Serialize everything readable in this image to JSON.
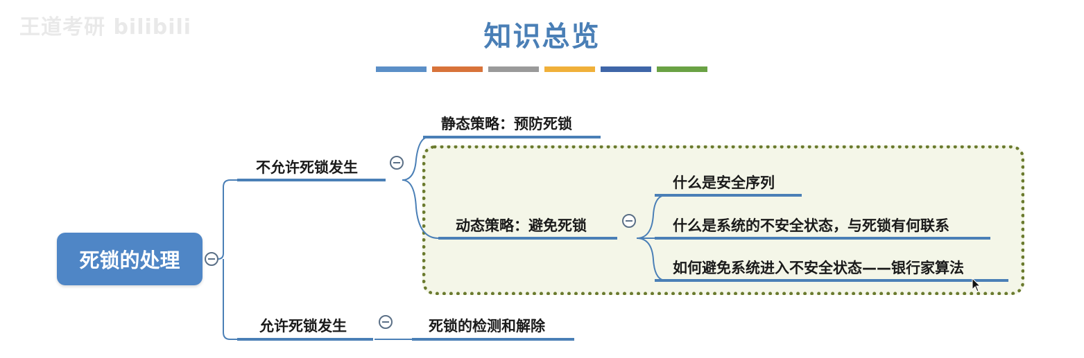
{
  "watermark": "王道考研 bilibili",
  "title": "知识总览",
  "palette": [
    "#5b8fc7",
    "#d8733a",
    "#9a9a9a",
    "#f0b03a",
    "#3f66a8",
    "#6aa244"
  ],
  "root": {
    "label": "死锁的处理",
    "color": "#4f86c6"
  },
  "branch1": {
    "label": "不允许死锁发生",
    "children": [
      {
        "label": "静态策略：预防死锁"
      },
      {
        "label": "动态策略：避免死锁",
        "children": [
          {
            "label": "什么是安全序列"
          },
          {
            "label": "什么是系统的不安全状态，与死锁有何联系"
          },
          {
            "label": "如何避免系统进入不安全状态——银行家算法"
          }
        ]
      }
    ]
  },
  "branch2": {
    "label": "允许死锁发生",
    "children": [
      {
        "label": "死锁的检测和解除"
      }
    ]
  },
  "colors": {
    "line": "#4a7fb6",
    "box_border": "#6a7a2e",
    "box_fill": "#f4f6e8"
  }
}
